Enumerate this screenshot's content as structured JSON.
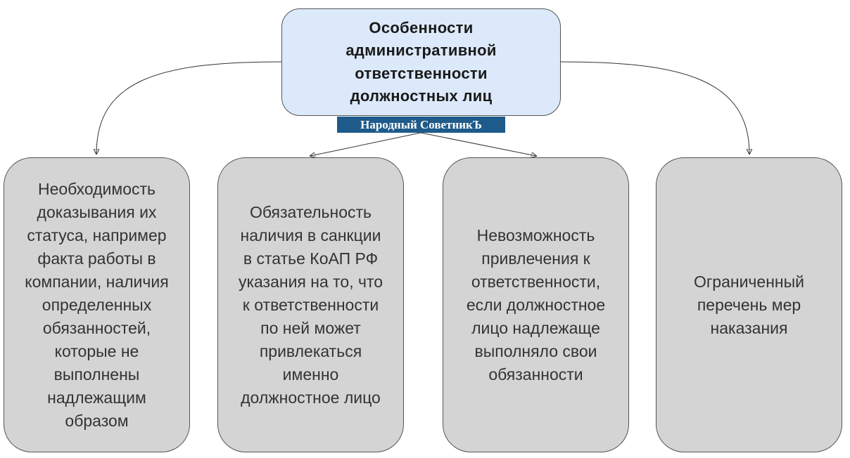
{
  "title": {
    "lines": [
      "Особенности",
      "административной",
      "ответственности",
      "должностных лиц"
    ]
  },
  "watermark": {
    "text": "Народный СоветникЪ"
  },
  "boxes": [
    {
      "lines": [
        "Необходимость",
        "доказывания их",
        "статуса, например",
        "факта работы в",
        "компании, наличия",
        "определенных",
        "обязанностей,",
        "которые не",
        "выполнены",
        "надлежащим",
        "образом"
      ]
    },
    {
      "lines": [
        "Обязательность",
        "наличия в санкции",
        "в статье КоАП РФ",
        "указания на то, что",
        "к ответственности",
        "по ней может",
        "привлекаться",
        "именно",
        "должностное лицо"
      ]
    },
    {
      "lines": [
        "Невозможность",
        "привлечения к",
        "ответственности,",
        "если должностное",
        "лицо надлежаще",
        "выполняло свои",
        "обязанности"
      ]
    },
    {
      "lines": [
        "Ограниченный",
        "перечень мер",
        "наказания"
      ]
    }
  ],
  "colors": {
    "title_fill": "#dce9fa",
    "box_fill": "#d4d4d4",
    "watermark_fill": "#1e5a8a",
    "connector": "#333333"
  }
}
